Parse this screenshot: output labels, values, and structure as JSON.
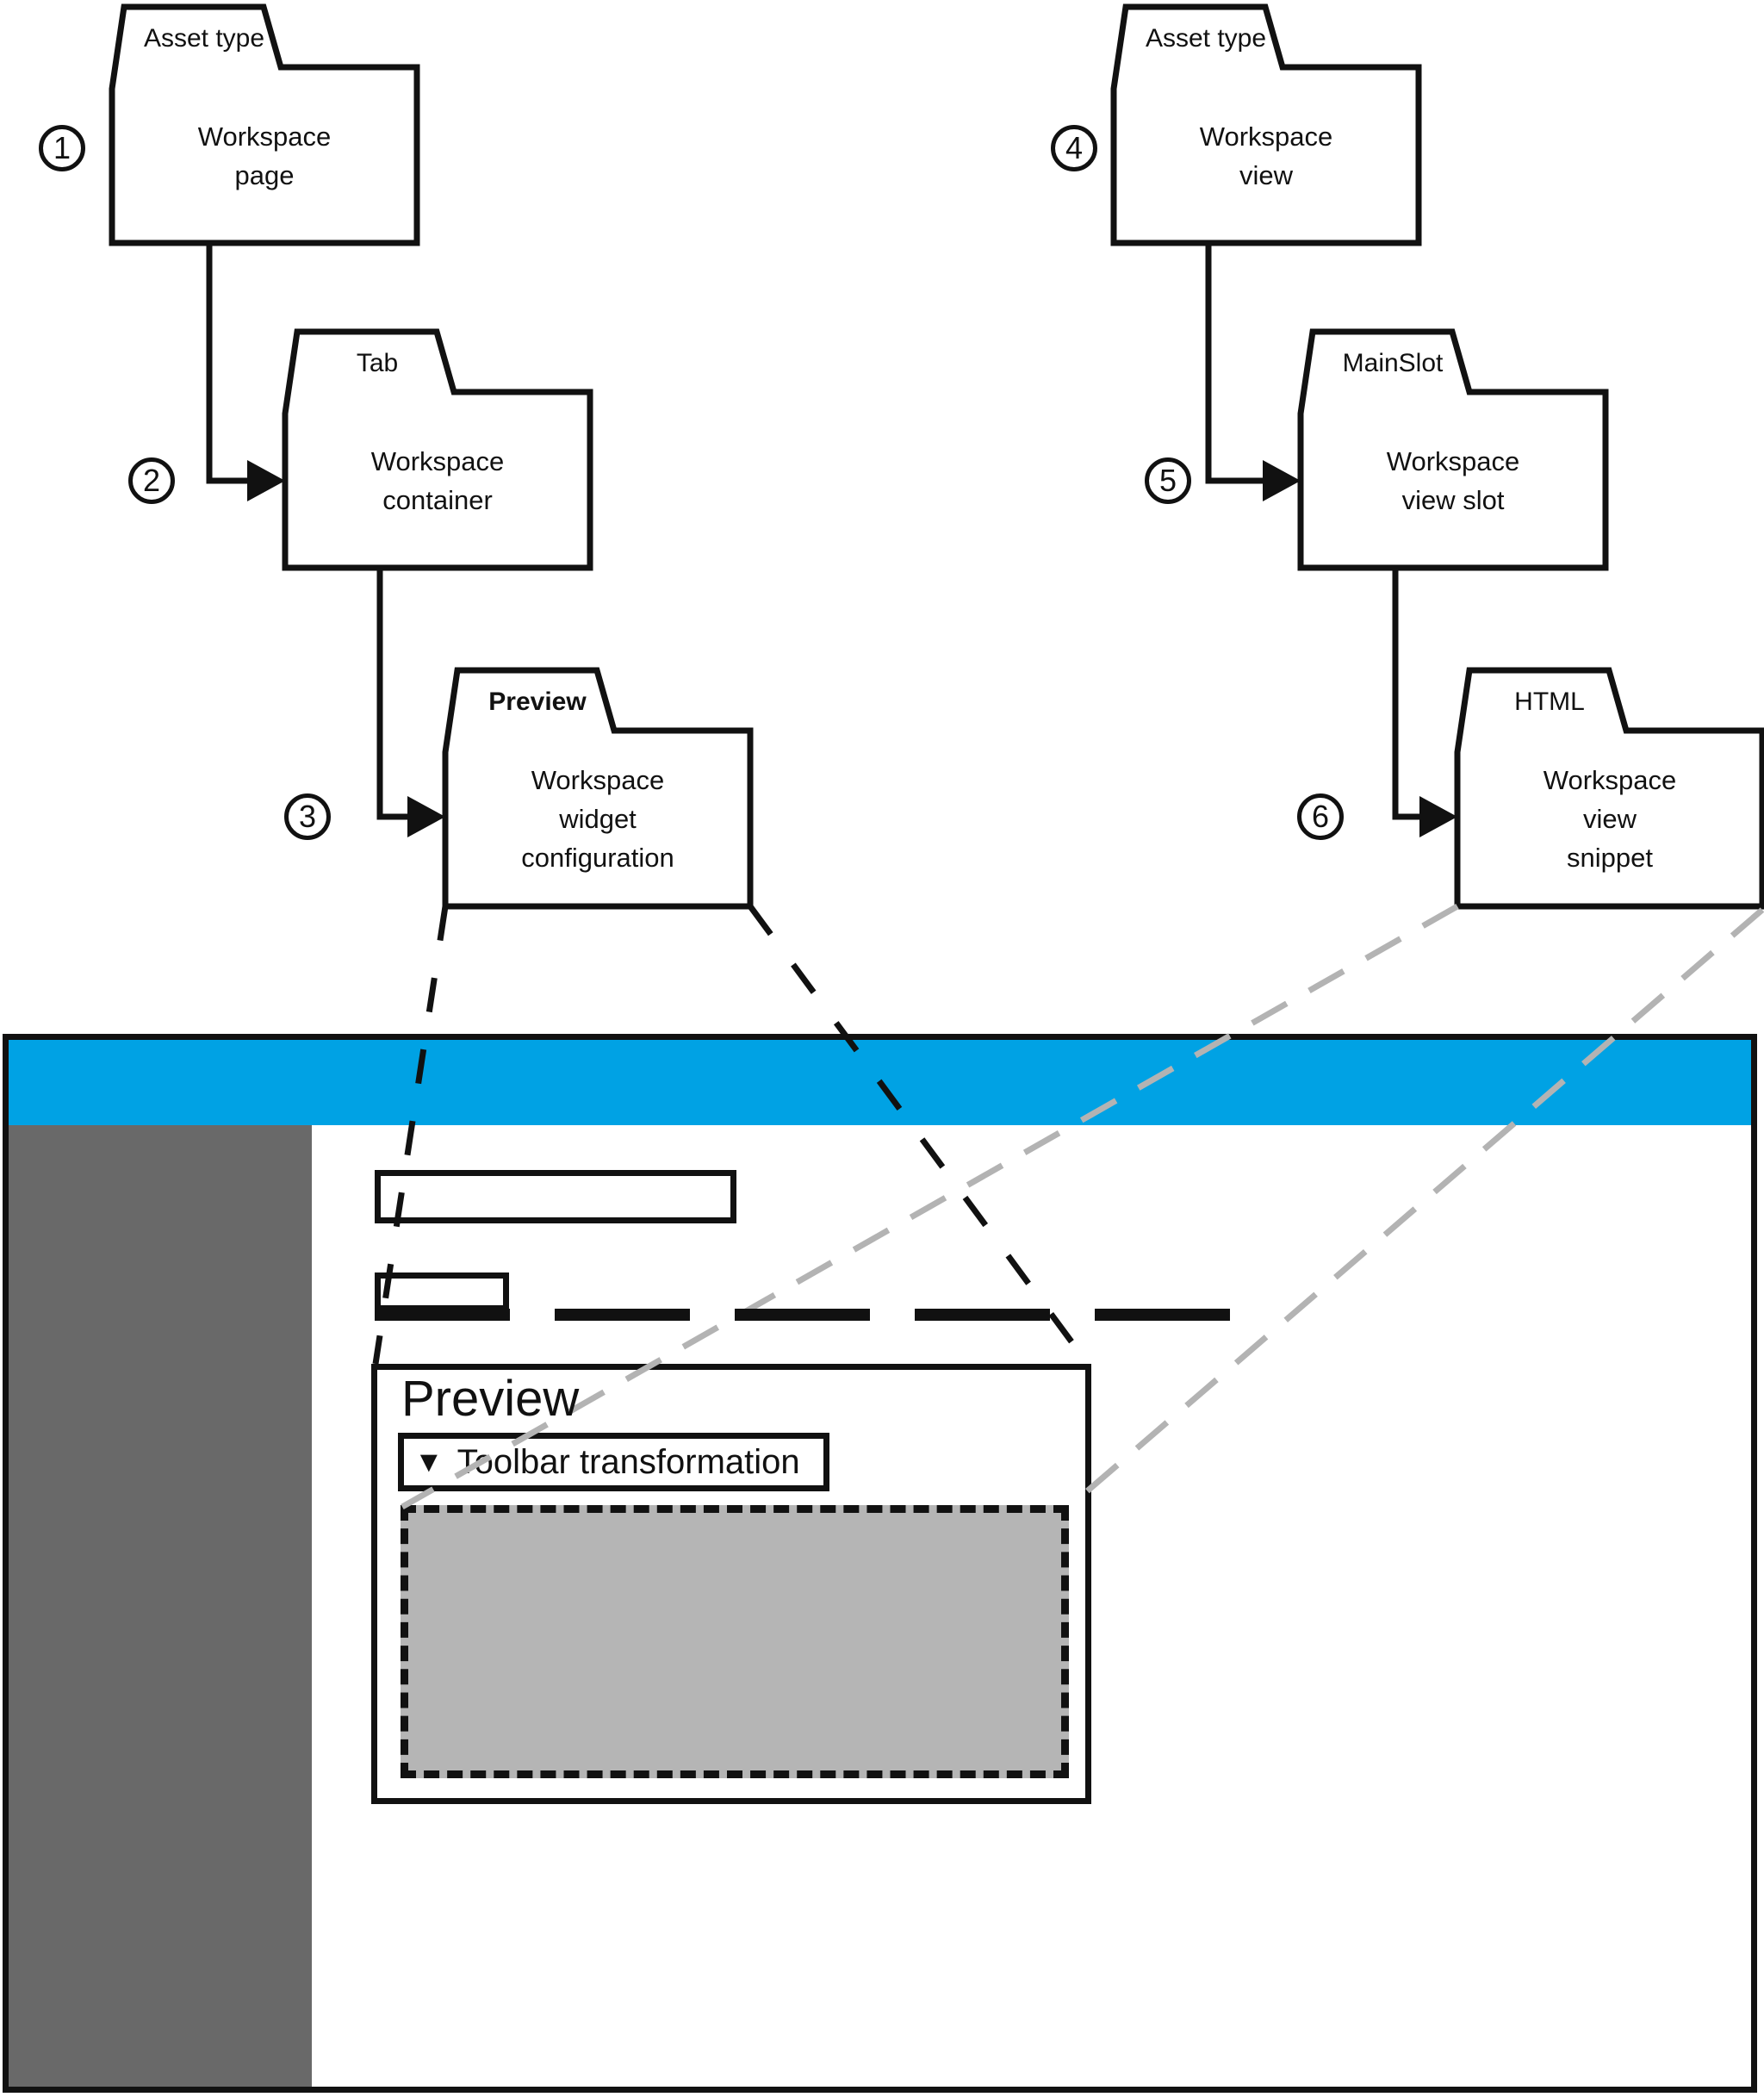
{
  "diagram": {
    "folders": [
      {
        "number": "1",
        "tab": "Asset type",
        "label": "Workspace\npage"
      },
      {
        "number": "2",
        "tab": "Tab",
        "label": "Workspace\ncontainer"
      },
      {
        "number": "3",
        "tab": "Preview",
        "label": "Workspace\nwidget\nconfiguration"
      },
      {
        "number": "4",
        "tab": "Asset type",
        "label": "Workspace\nview"
      },
      {
        "number": "5",
        "tab": "MainSlot",
        "label": "Workspace\nview slot"
      },
      {
        "number": "6",
        "tab": "HTML",
        "label": "Workspace\nview\nsnippet"
      }
    ]
  },
  "window": {
    "preview_panel": {
      "title": "Preview",
      "dropdown": {
        "icon": "▼",
        "label": "Toolbar transformation"
      }
    }
  },
  "colors": {
    "header_blue": "#00a2e4",
    "sidebar_gray": "#696969",
    "content_placeholder_gray": "#b5b5b5",
    "projection_line_gray": "#b3b3b3",
    "outline_black": "#111111"
  }
}
